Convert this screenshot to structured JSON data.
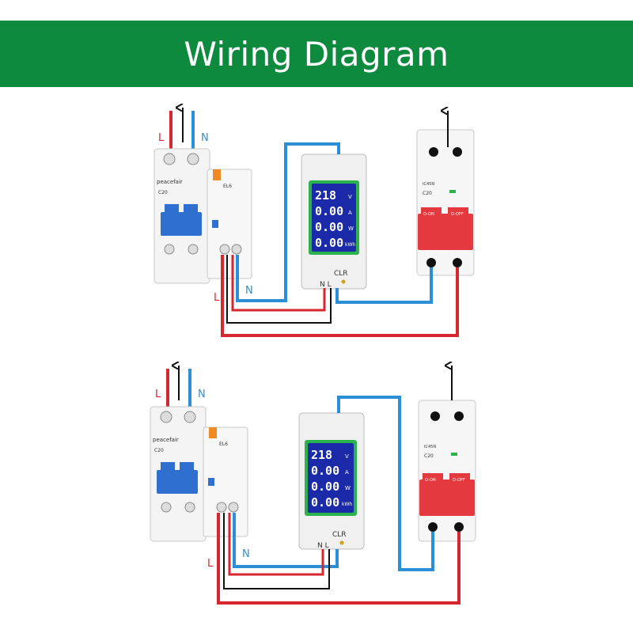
{
  "title": "Wiring Diagram",
  "colors": {
    "banner": "#0e8a3e",
    "live_wire": "#d8262e",
    "neutral_wire": "#2c8fd6",
    "black_wire": "#111111",
    "breaker_blue": "#2e6fcf",
    "breaker_red": "#e53940",
    "meter_border": "#2bb24c",
    "meter_screen": "#1a2aa8"
  },
  "labels": {
    "live": "L",
    "neutral": "N",
    "meter_terminals": "N  L",
    "clr": "CLR"
  },
  "rcbo": {
    "brand": "peacefair",
    "model": "C20",
    "type": "EL6"
  },
  "mcb": {
    "model": "C20",
    "series": "IC45N",
    "on_label": "O-ON",
    "off_label": "O-OFF"
  },
  "meter": {
    "voltage": "218",
    "voltage_unit": "V",
    "current": "0.00",
    "current_unit": "A",
    "power": "0.00",
    "power_unit": "W",
    "energy": "0.00",
    "energy_unit": "kWh"
  }
}
